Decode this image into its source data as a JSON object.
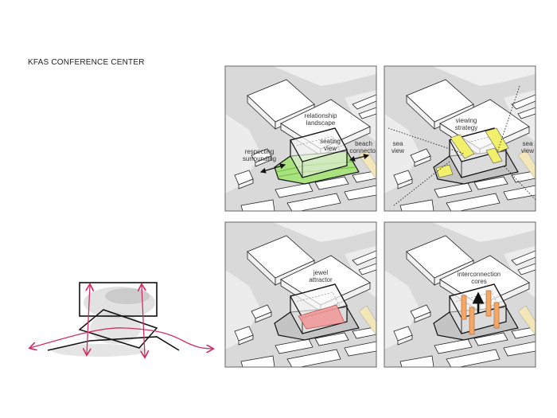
{
  "title": "KFAS CONFERENCE CENTER",
  "panels": [
    {
      "id": "relationship",
      "labels": {
        "main": [
          "relationship",
          "landscape"
        ],
        "seating": [
          "seating",
          "view"
        ],
        "respecting": [
          "respecting",
          "surrounding"
        ],
        "beach": [
          "beach",
          "connector"
        ]
      },
      "accent": "#9be06a"
    },
    {
      "id": "viewing",
      "labels": {
        "main": [
          "viewing",
          "strategy"
        ],
        "sea_left": [
          "sea",
          "view"
        ],
        "sea_right": [
          "sea",
          "view"
        ]
      },
      "accent": "#f2ef6a"
    },
    {
      "id": "jewel",
      "labels": {
        "main": [
          "jewel",
          "attractor"
        ]
      },
      "accent": "#f29a9a"
    },
    {
      "id": "cores",
      "labels": {
        "main": [
          "interconnection",
          "cores"
        ]
      },
      "accent": "#f4a868"
    }
  ],
  "colors": {
    "ground": "#d9d9d9",
    "sketch_arrows": "#d0306a",
    "beach": "#f3e6b8"
  }
}
